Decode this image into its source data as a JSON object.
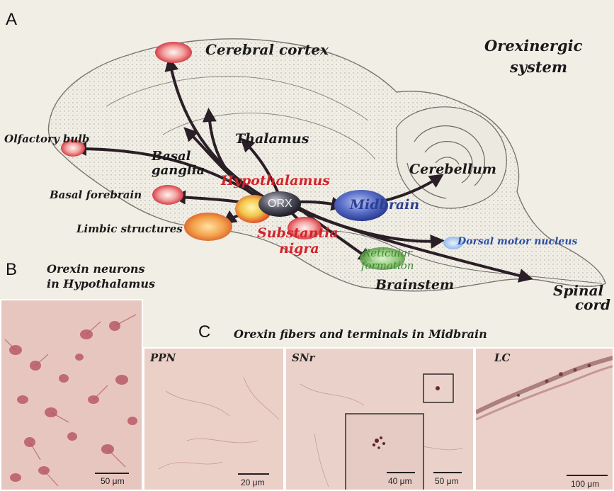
{
  "panel_a": {
    "letter": "A",
    "system_title_line1": "Orexinergic",
    "system_title_line2": "system",
    "center_label": "ORX",
    "labels": {
      "cerebral_cortex": "Cerebral cortex",
      "thalamus": "Thalamus",
      "olfactory_bulb": "Olfactory bulb",
      "basal_ganglia_1": "Basal",
      "basal_ganglia_2": "ganglia",
      "hypothalamus": "Hypothalamus",
      "basal_forebrain": "Basal forebrain",
      "limbic_structures": "Limbic structures",
      "substantia_1": "Substantia",
      "substantia_2": "nigra",
      "cerebellum": "Cerebellum",
      "midbrain": "Midbrain",
      "dorsal_motor_nucleus": "Dorsal motor nucleus",
      "reticular_1": "Reticular",
      "reticular_2": "formation",
      "brainstem": "Brainstem",
      "spinal_1": "Spinal",
      "spinal_2": "cord"
    },
    "colors": {
      "hypothalamus_text": "#d2232a",
      "midbrain_text": "#2b3f93",
      "dorsal_text": "#2b4fa8",
      "reticular_text": "#3f8a3a",
      "orx_node": "#3a3a44"
    }
  },
  "panel_b": {
    "letter": "B",
    "title_line1": "Orexin neurons",
    "title_line2": "in Hypothalamus",
    "scale": "50 μm"
  },
  "panel_c": {
    "letter": "C",
    "title": "Orexin fibers and terminals in Midbrain",
    "subpanels": [
      {
        "label": "PPN",
        "scale": "20 μm"
      },
      {
        "label": "SNr",
        "scale": "50 μm",
        "inset_scale": "40 μm"
      },
      {
        "label": "LC",
        "scale": "100 μm"
      }
    ]
  }
}
